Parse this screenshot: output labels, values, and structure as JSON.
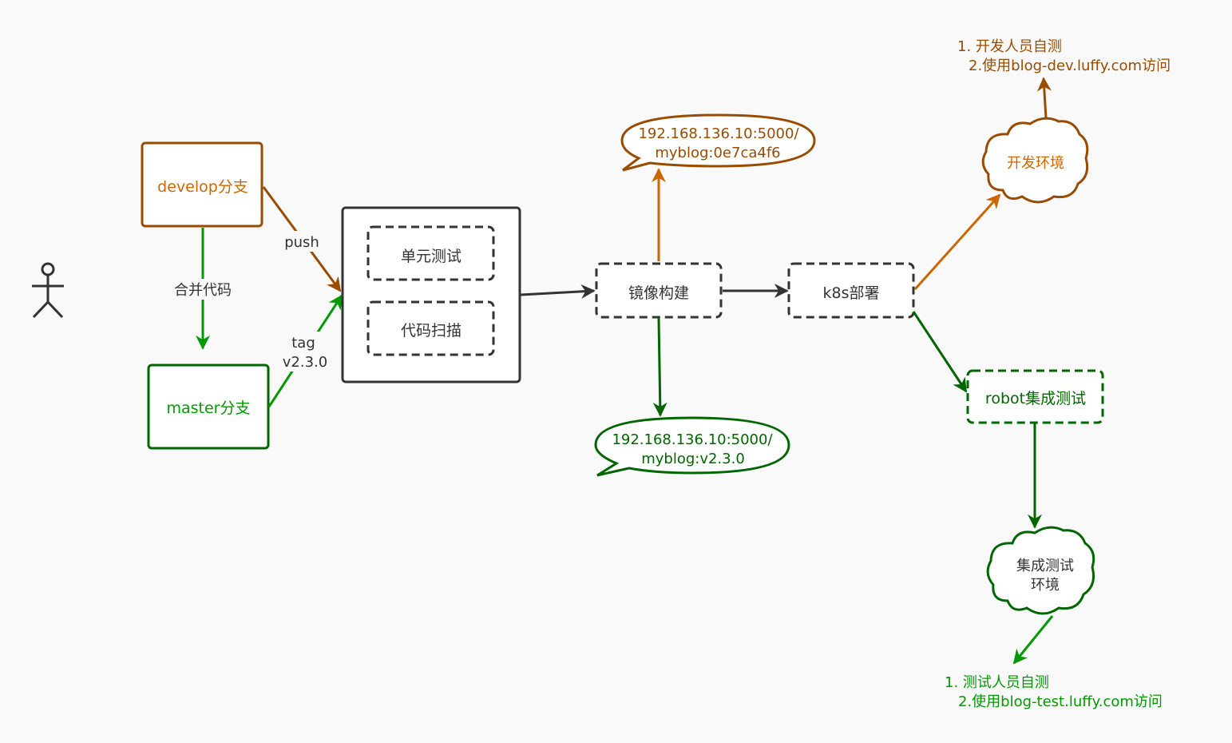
{
  "nodes": {
    "develop": "develop分支",
    "master": "master分支",
    "unit_test": "单元测试",
    "code_scan": "代码扫描",
    "image_build": "镜像构建",
    "k8s_deploy": "k8s部署",
    "robot_test": "robot集成测试",
    "dev_env": "开发环境",
    "test_env_line1": "集成测试",
    "test_env_line2": "环境"
  },
  "edges": {
    "merge_code": "合并代码",
    "push": "push",
    "tag_line1": "tag",
    "tag_line2": "v2.3.0"
  },
  "callouts": {
    "dev_image_line1": "192.168.136.10:5000/",
    "dev_image_line2": "myblog:0e7ca4f6",
    "release_image_line1": "192.168.136.10:5000/",
    "release_image_line2": "myblog:v2.3.0"
  },
  "notes": {
    "dev_line1": "1. 开发人员自测",
    "dev_line2": "2.使用blog-dev.luffy.com访问",
    "test_line1": "1. 测试人员自测",
    "test_line2": "2.使用blog-test.luffy.com访问"
  },
  "colors": {
    "dev": "#994c00",
    "dev_light": "#cc6600",
    "release": "#006600",
    "release_light": "#009900",
    "neutral": "#333333"
  }
}
